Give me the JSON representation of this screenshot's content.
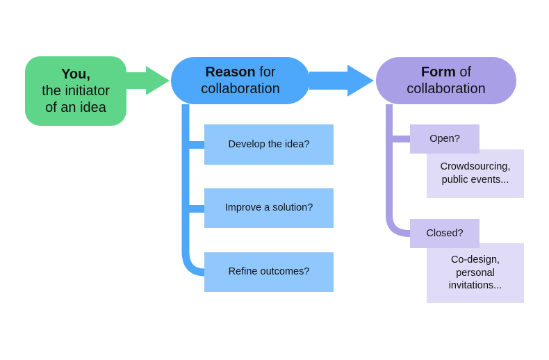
{
  "colors": {
    "green": "#5fd58a",
    "blue": "#4da8fb",
    "blue_light": "#90c8fd",
    "purple": "#a99fe6",
    "purple_mid": "#cdc6f3",
    "purple_light": "#e0dbf6"
  },
  "initiator": {
    "bold": "You,",
    "line2": "the initiator",
    "line3": "of an idea"
  },
  "reason": {
    "bold": "Reason",
    "rest": " for",
    "line2": "collaboration",
    "items": [
      "Develop the idea?",
      "Improve a solution?",
      "Refine outcomes?"
    ]
  },
  "form": {
    "bold": "Form",
    "rest": " of",
    "line2": "collaboration",
    "open": {
      "label": "Open?",
      "detail_line1": "Crowdsourcing,",
      "detail_line2": "public events..."
    },
    "closed": {
      "label": "Closed?",
      "detail_line1": "Co-design,",
      "detail_line2": "personal",
      "detail_line3": "invitations..."
    }
  }
}
